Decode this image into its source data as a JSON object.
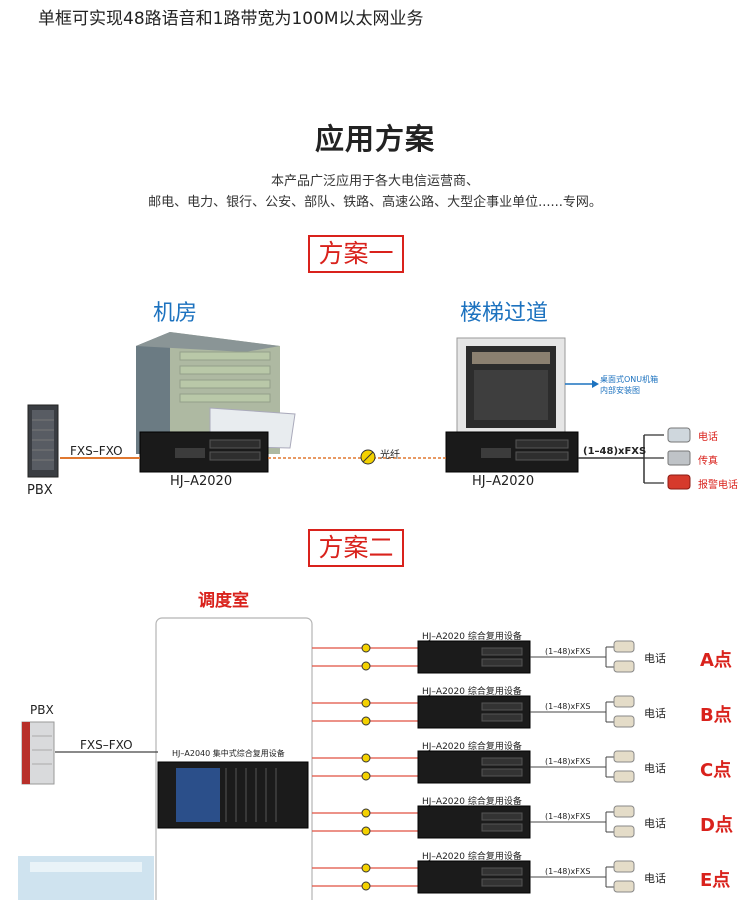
{
  "header": {
    "capacity_text": "单框可实现48路语音和1路带宽为100M以太网业务"
  },
  "section": {
    "title": "应用方案",
    "intro_line1": "本产品广泛应用于各大电信运营商、",
    "intro_line2": "邮电、电力、银行、公安、部队、铁路、高速公路、大型企事业单位......专网。"
  },
  "scheme1": {
    "label": "方案一",
    "room_left": "机房",
    "room_right": "楼梯过道",
    "pbx": "PBX",
    "link_left": "FXS–FXO",
    "device_left": "HJ–A2020",
    "device_right": "HJ–A2020",
    "fiber": "光纤",
    "onu_note_line1": "桌面式ONU机箱",
    "onu_note_line2": "内部安装图",
    "fxs": "(1–48)xFXS",
    "terminals": [
      "电话",
      "传真",
      "报警电话"
    ]
  },
  "scheme2": {
    "label": "方案二",
    "room": "调度室",
    "pbx": "PBX",
    "link": "FXS–FXO",
    "central_device": "HJ–A2040 集中式综合复用设备",
    "remote_device": "HJ–A2020 综合复用设备",
    "fxs": "(1–48)xFXS",
    "phone": "电话",
    "points": [
      "A点",
      "B点",
      "C点",
      "D点",
      "E点"
    ]
  },
  "colors": {
    "accent_red": "#d9221c",
    "room_blue": "#1c72bf",
    "fiber_orange": "#e07830",
    "fiber_red": "#e05040"
  }
}
